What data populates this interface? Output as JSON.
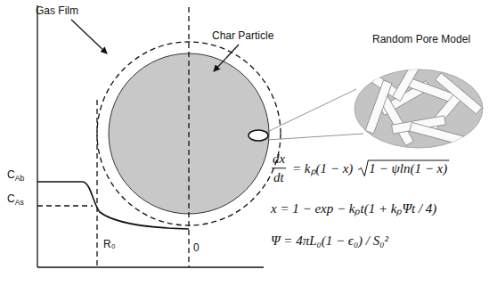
{
  "diagram": {
    "labels": [
      "Gas Film",
      "Char Particle",
      "Random Pore Model",
      "CAb",
      "CAs",
      "R₀",
      "0",
      "dx",
      "dt",
      "= kₚ(1 − x)",
      "1 − ψln(1 − x)",
      "x = 1 − exp − kₚt(1 + kₚΨt / 4)",
      "Ψ = 4πL₀(1 − ϵ₀) / S₀²"
    ]
  }
}
